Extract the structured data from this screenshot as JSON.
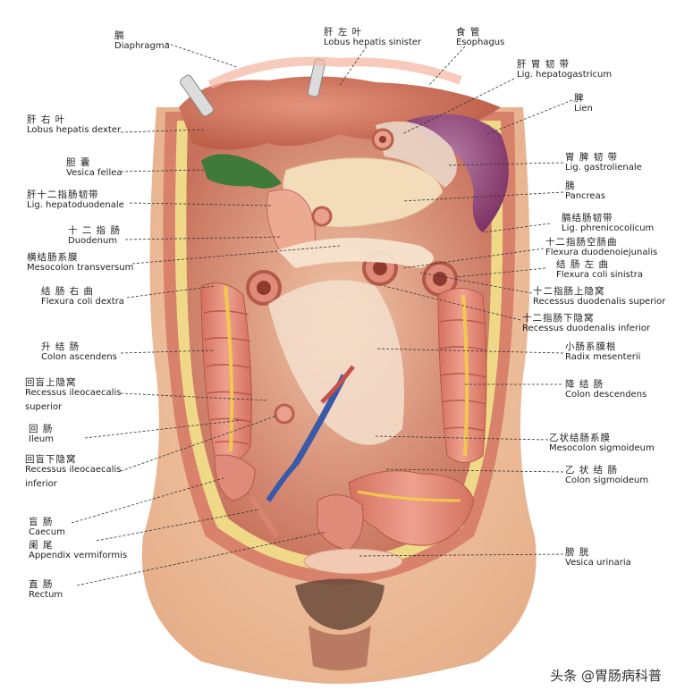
{
  "labels": {
    "diaphragma": {
      "zh": "膈",
      "la": "Diaphragma"
    },
    "lobus_sinister": {
      "zh": "肝 左 叶",
      "la": "Lobus hepatis sinister"
    },
    "esophagus": {
      "zh": "食 管",
      "la": "Esophagus"
    },
    "lig_hepatogastricum": {
      "zh": "肝 胃 韧 带",
      "la": "Lig. hepatogastricum"
    },
    "lien": {
      "zh": "脾",
      "la": "Lien"
    },
    "lobus_dexter": {
      "zh": "肝 右 叶",
      "la": "Lobus hepatis dexter"
    },
    "vesica_fellea": {
      "zh": "胆 囊",
      "la": "Vesica fellea"
    },
    "lig_gastrolienale": {
      "zh": "胃 脾 韧 带",
      "la": "Lig. gastrolienale"
    },
    "pancreas": {
      "zh": "胰",
      "la": "Pancreas"
    },
    "lig_hepatoduodenale": {
      "zh": "肝十二指肠韧带",
      "la": "Lig. hepatoduodenale"
    },
    "lig_phrenicocolicum": {
      "zh": "膈结肠韧带",
      "la": "Lig. phrenicocolicum"
    },
    "duodenum": {
      "zh": "十 二 指 肠",
      "la": "Duodenum"
    },
    "flexura_duodenojejunalis": {
      "zh": "十二指肠空肠曲",
      "la": "Flexura duodenoiejunalis"
    },
    "mesocolon_transversum": {
      "zh": "横结肠系膜",
      "la": "Mesocolon transversum"
    },
    "flexura_coli_sinistra": {
      "zh": "结 肠 左 曲",
      "la": "Flexura coli sinistra"
    },
    "flexura_coli_dextra": {
      "zh": "结 肠 右 曲",
      "la": "Flexura coli dextra"
    },
    "recessus_duodenalis_superior": {
      "zh": "十二指肠上隐窝",
      "la": "Recessus duodenalis superior"
    },
    "recessus_duodenalis_inferior": {
      "zh": "十二指肠下隐窝",
      "la": "Recessus duodenalis inferior"
    },
    "colon_ascendens": {
      "zh": "升 结 肠",
      "la": "Colon ascendens"
    },
    "radix_mesenterii": {
      "zh": "小肠系膜根",
      "la": "Radix mesenterii"
    },
    "recessus_ileocaecalis_superior": {
      "zh": "回盲上隐窝",
      "la": "Recessus ileocaecalis",
      "la2": "superior"
    },
    "colon_descendens": {
      "zh": "降 结 肠",
      "la": "Colon descendens"
    },
    "ileum": {
      "zh": "回 肠",
      "la": "Ileum"
    },
    "mesocolon_sigmoideum": {
      "zh": "乙状结肠系膜",
      "la": "Mesocolon sigmoideum"
    },
    "recessus_ileocaecalis_inferior": {
      "zh": "回盲下隐窝",
      "la": "Recessus ileocaecalis",
      "la2": "inferior"
    },
    "colon_sigmoideum": {
      "zh": "乙 状 结 肠",
      "la": "Colon sigmoideum"
    },
    "caecum": {
      "zh": "盲 肠",
      "la": "Caecum"
    },
    "appendix": {
      "zh": "阑 尾",
      "la": "Appendix vermiformis"
    },
    "vesica_urinaria": {
      "zh": "膀 胱",
      "la": "Vesica urinaria"
    },
    "rectum": {
      "zh": "直 肠",
      "la": "Rectum"
    }
  },
  "watermark": "头条 @胃肠病科普",
  "colors": {
    "skin": "#f2c3a0",
    "muscle": "#d9846b",
    "liver": "#c96a55",
    "spleen": "#8a3f6f",
    "gallbladder": "#3f7a3a",
    "colon": "#e0897a",
    "mesentery": "#f4dcc2",
    "vessel_blue": "#3a5aa8",
    "fat": "#f2d060"
  }
}
